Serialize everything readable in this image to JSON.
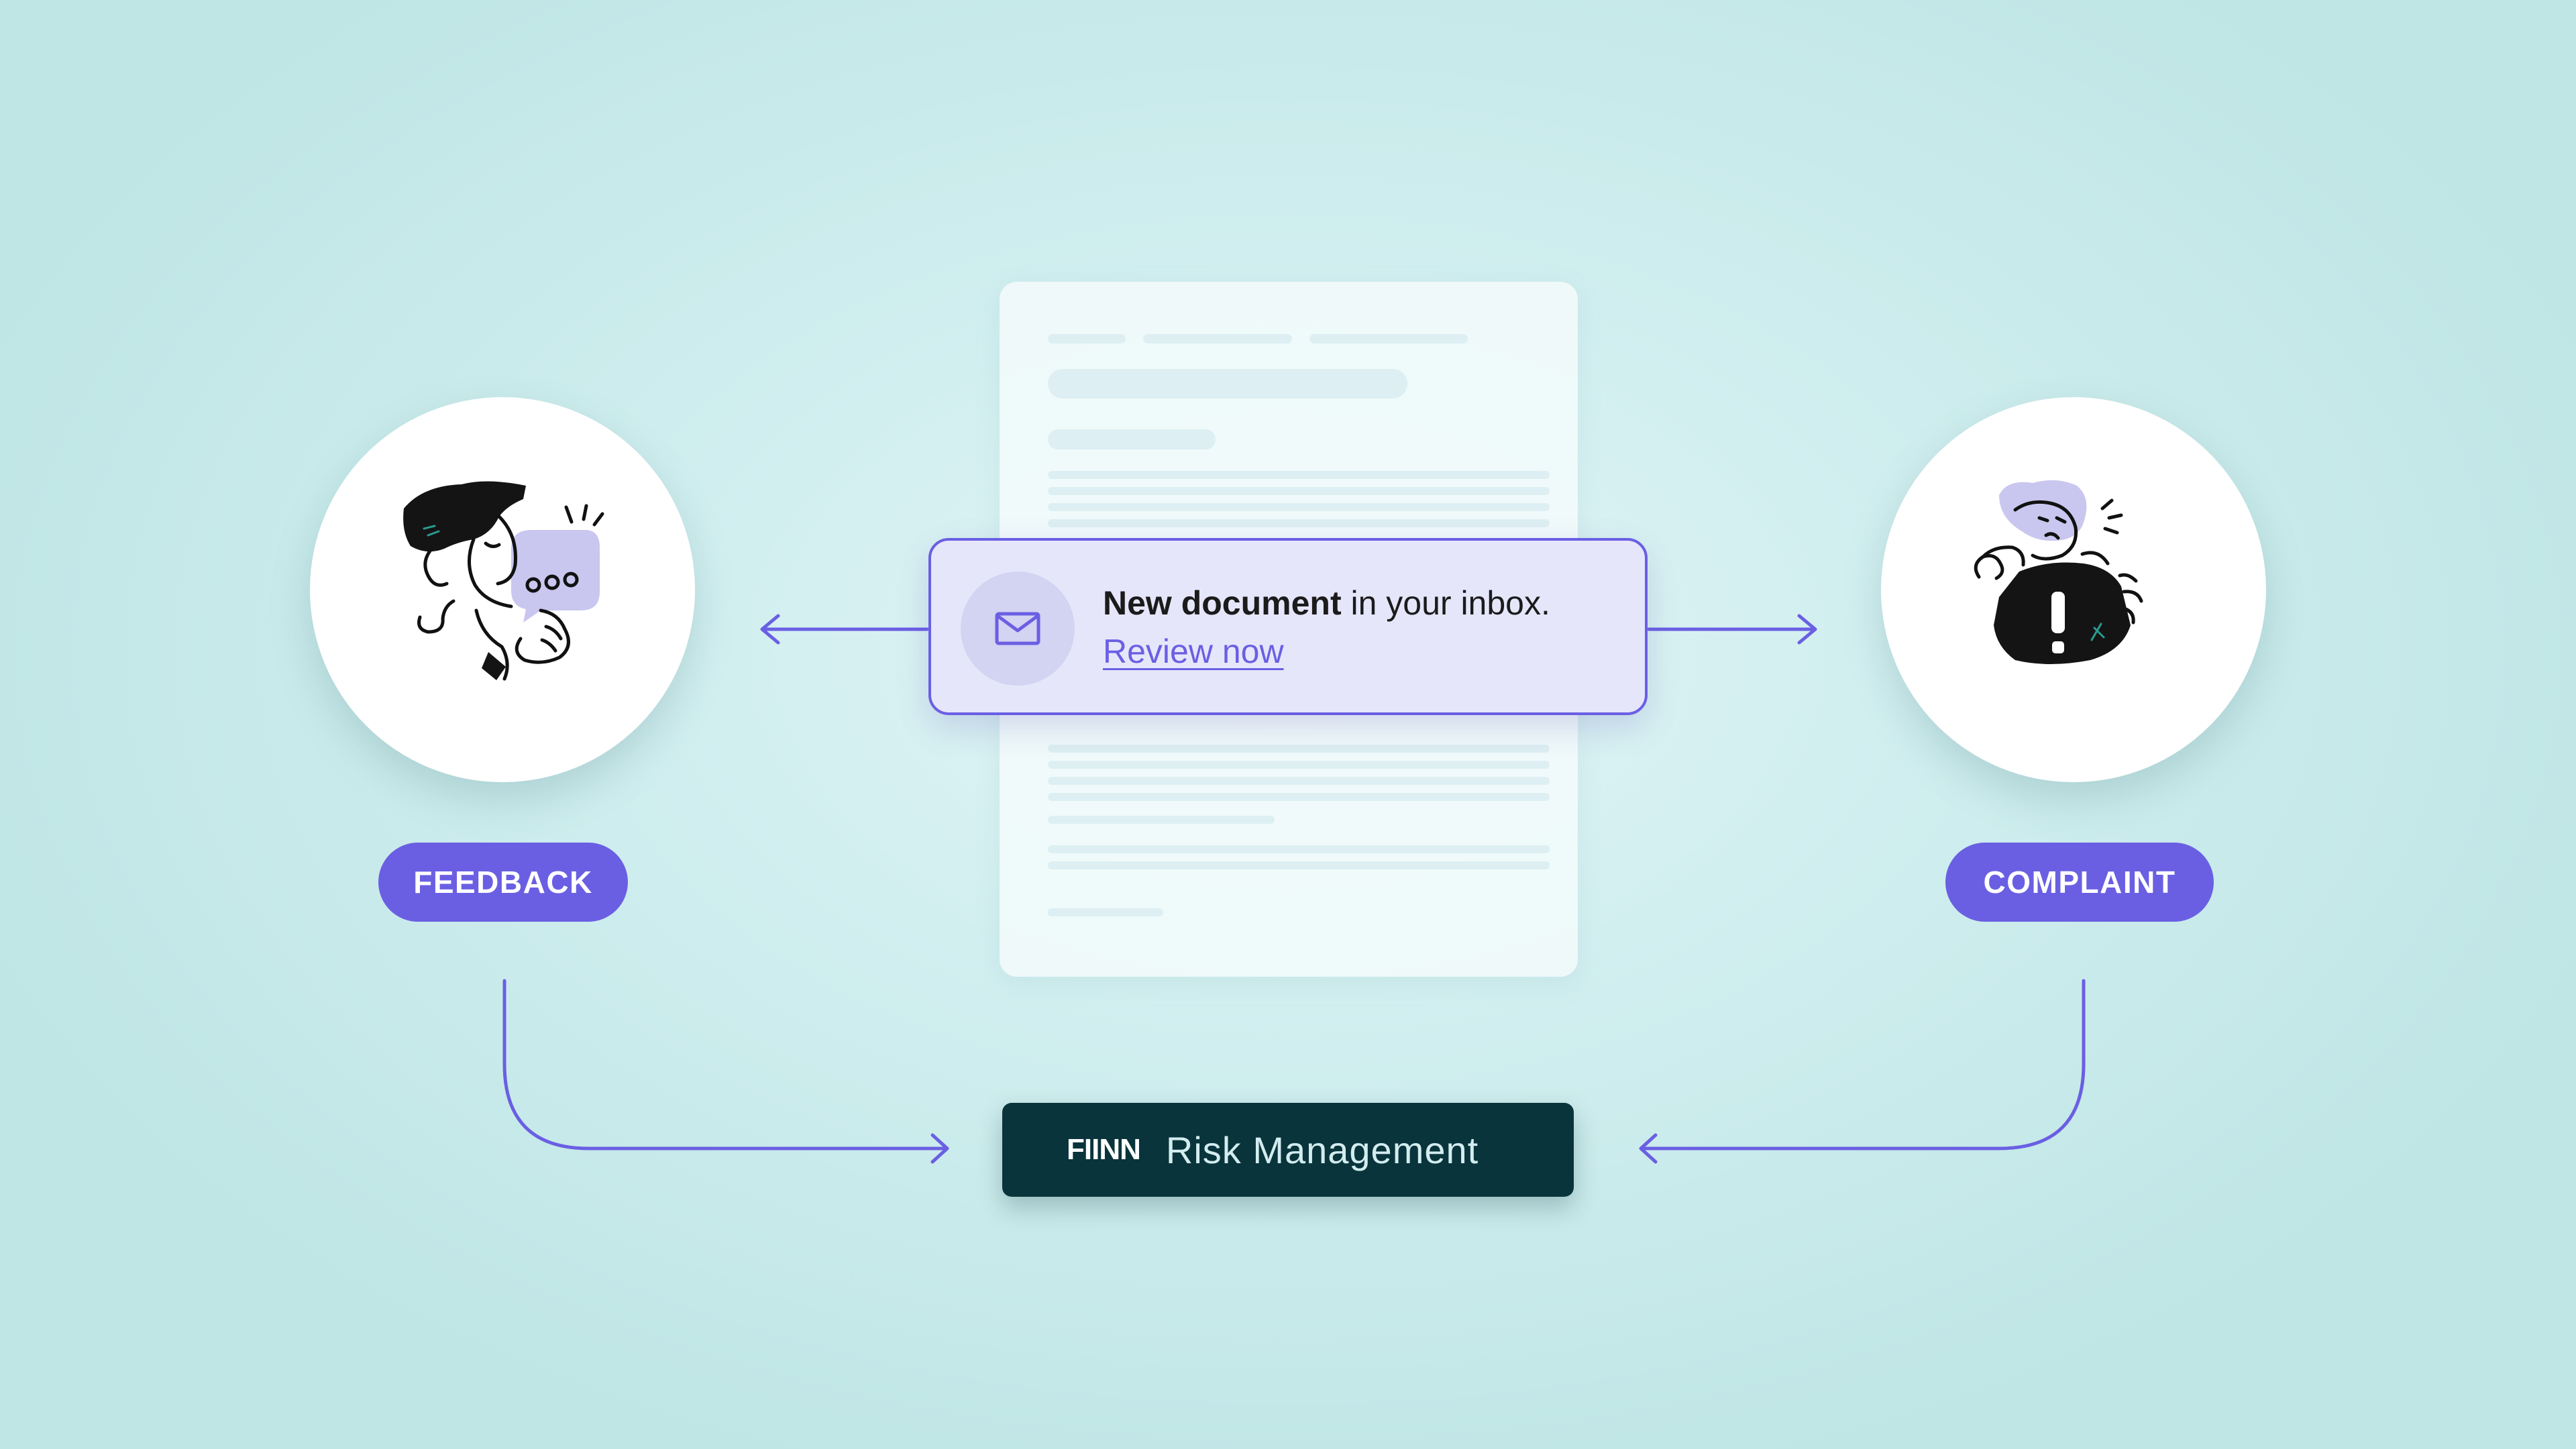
{
  "nodes": {
    "feedback": {
      "label": "FEEDBACK"
    },
    "complaint": {
      "label": "COMPLAINT"
    }
  },
  "notification": {
    "title_bold": "New document",
    "title_rest": " in your inbox.",
    "link": "Review now",
    "icon": "mail-icon"
  },
  "destination": {
    "logo": "FIINN",
    "title": "Risk Management"
  },
  "colors": {
    "accent": "#6a5fe3",
    "dark": "#09343b",
    "notification_bg": "#e6e6fb",
    "background": "#d2eff0"
  }
}
